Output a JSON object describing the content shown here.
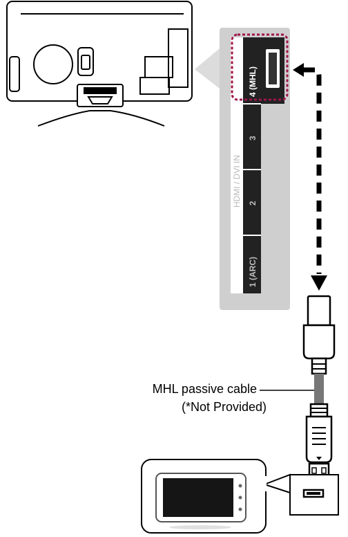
{
  "hdmi_group_label": "HDMI / DVI IN",
  "ports": [
    {
      "label": "4 (MHL)",
      "highlighted": true
    },
    {
      "label": "3",
      "highlighted": false
    },
    {
      "label": "2",
      "highlighted": false
    },
    {
      "label": "1 (ARC)",
      "highlighted": false
    }
  ],
  "cable_label_line1": "MHL passive cable",
  "cable_label_line2": "(*Not Provided)",
  "colors": {
    "panel_gray": "#cfcfcf",
    "port_black": "#222222",
    "highlight_red": "#a0144a",
    "line_black": "#000000"
  }
}
